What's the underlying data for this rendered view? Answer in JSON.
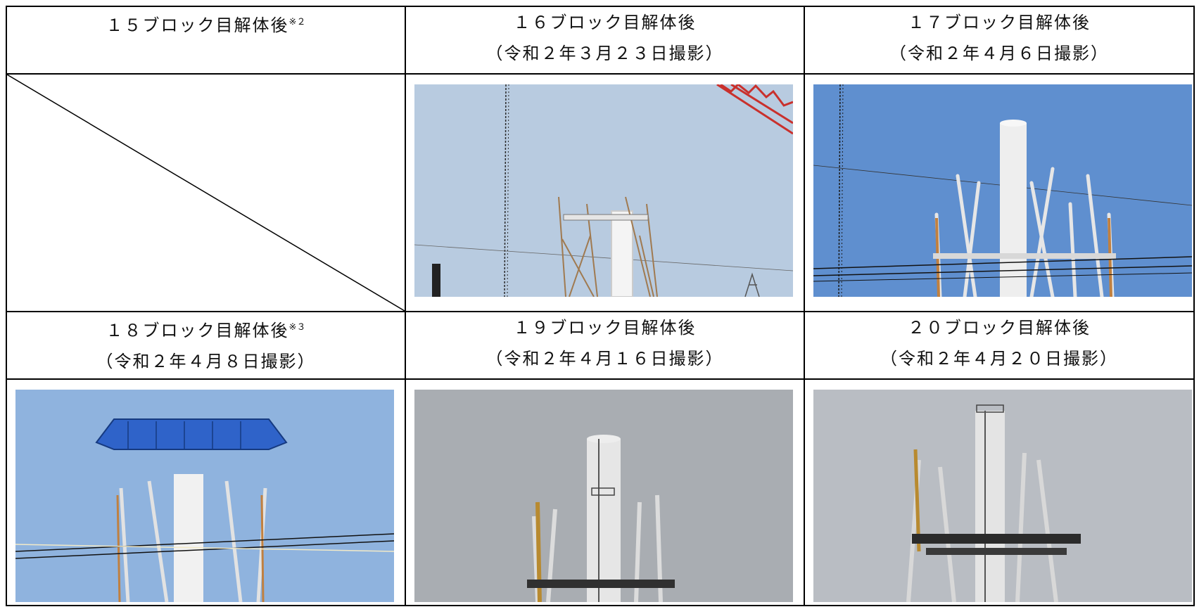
{
  "table": {
    "row1": [
      {
        "title": "１５ブロック目解体後",
        "note": "※２",
        "date": ""
      },
      {
        "title": "１６ブロック目解体後",
        "note": "",
        "date": "（令和２年３月２３日撮影）"
      },
      {
        "title": "１７ブロック目解体後",
        "note": "",
        "date": "（令和２年４月６日撮影）"
      }
    ],
    "row2": [
      {
        "title": "１８ブロック目解体後",
        "note": "※３",
        "date": "（令和２年４月８日撮影）"
      },
      {
        "title": "１９ブロック目解体後",
        "note": "",
        "date": "（令和２年４月１６日撮影）"
      },
      {
        "title": "２０ブロック目解体後",
        "note": "",
        "date": "（令和２年４月２０日撮影）"
      }
    ]
  },
  "colors": {
    "border": "#000000",
    "sky_clear": "#b8cbe0",
    "sky_blue": "#5f8fcf",
    "sky_overcast": "#a9adb2",
    "crane_blue": "#2f63c9",
    "crane_red": "#c9302c",
    "steel": "#e8e8e8"
  }
}
